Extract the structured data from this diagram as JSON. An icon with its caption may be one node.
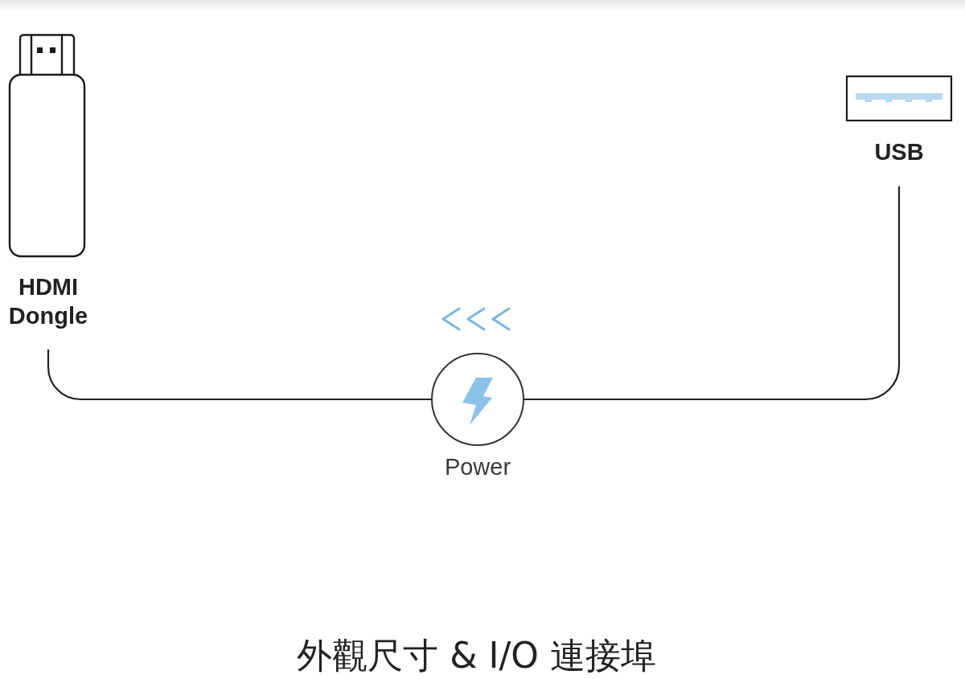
{
  "diagram": {
    "title": "外觀尺寸 & I/O 連接埠",
    "nodes": [
      {
        "text": [
          "HDMI Dongle"
        ]
      },
      {
        "text": [
          "USB"
        ]
      },
      {
        "text": [
          "Power"
        ]
      }
    ],
    "edges": [
      {
        "from": 0,
        "to": 2,
        "arrow": "none"
      },
      {
        "from": 2,
        "to": 1,
        "arrow": "none"
      }
    ]
  }
}
